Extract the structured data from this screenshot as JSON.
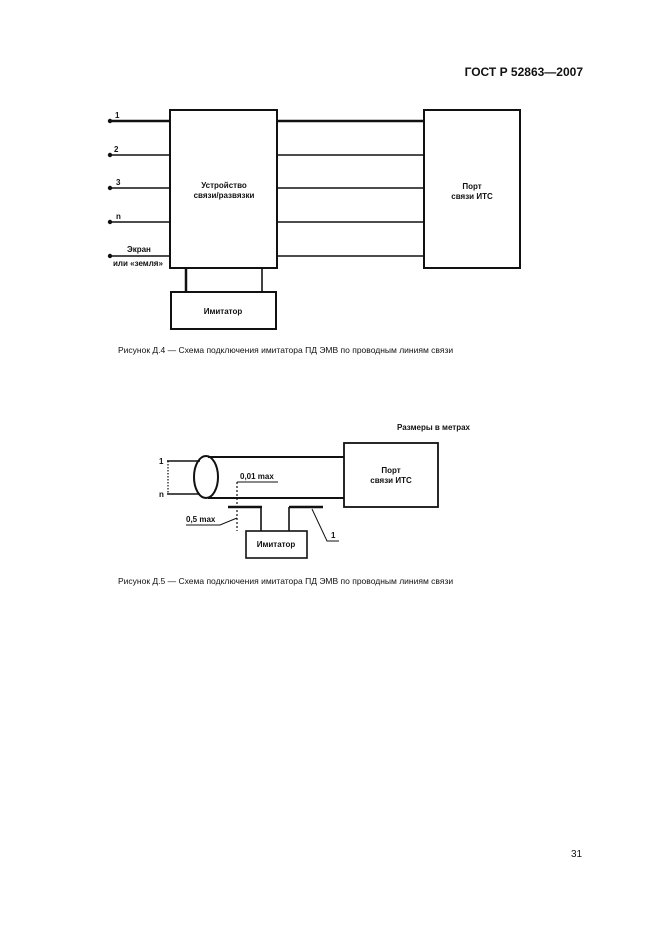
{
  "header": {
    "standard": "ГОСТ Р 52863—2007"
  },
  "figure_d4": {
    "inputs": [
      "1",
      "2",
      "3",
      "n"
    ],
    "screen_label": [
      "Экран",
      "или «земля»"
    ],
    "coupling_device": [
      "Устройство",
      "связи/развязки"
    ],
    "port": [
      "Порт",
      "связи ИТС"
    ],
    "simulator": "Имитатор",
    "caption": "Рисунок Д.4 — Схема подключения имитатора ПД ЭМВ по проводным линиям связи"
  },
  "figure_d5": {
    "dimensions_note": "Размеры в метрах",
    "wire_first": "1",
    "wire_last": "n",
    "dim_small": "0,01 max",
    "dim_large": "0,5 max",
    "port": [
      "Порт",
      "связи ИТС"
    ],
    "simulator": "Имитатор",
    "callout": "1",
    "caption": "Рисунок Д.5 — Схема подключения имитатора ПД ЭМВ по проводным линиям связи"
  },
  "page_number": "31"
}
